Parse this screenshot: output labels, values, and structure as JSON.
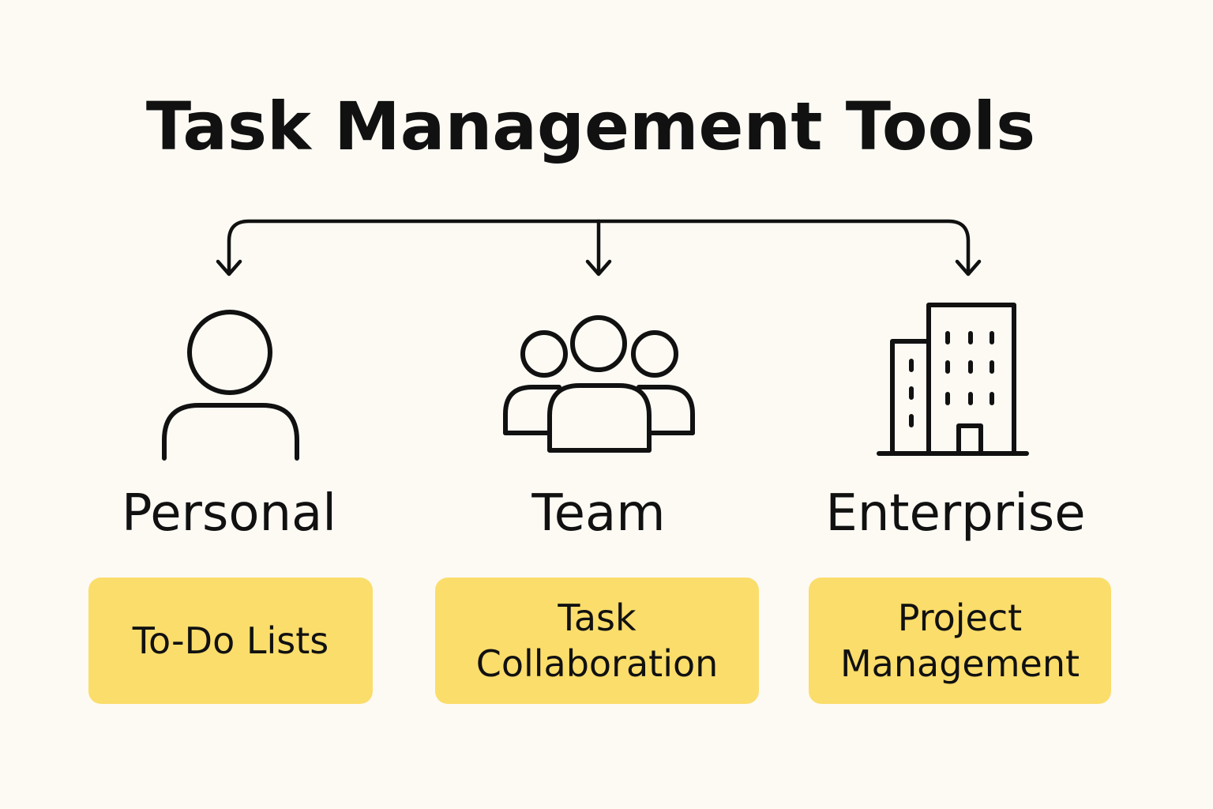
{
  "title": "Task Management Tools",
  "categories": [
    {
      "label": "Personal",
      "icon": "person-icon",
      "tool": "To-Do Lists"
    },
    {
      "label": "Team",
      "icon": "team-icon",
      "tool": "Task\nCollaboration"
    },
    {
      "label": "Enterprise",
      "icon": "building-icon",
      "tool": "Project\nManagement"
    }
  ],
  "colors": {
    "background": "#fdfaf4",
    "box": "#fbdd6b",
    "stroke": "#111111"
  }
}
